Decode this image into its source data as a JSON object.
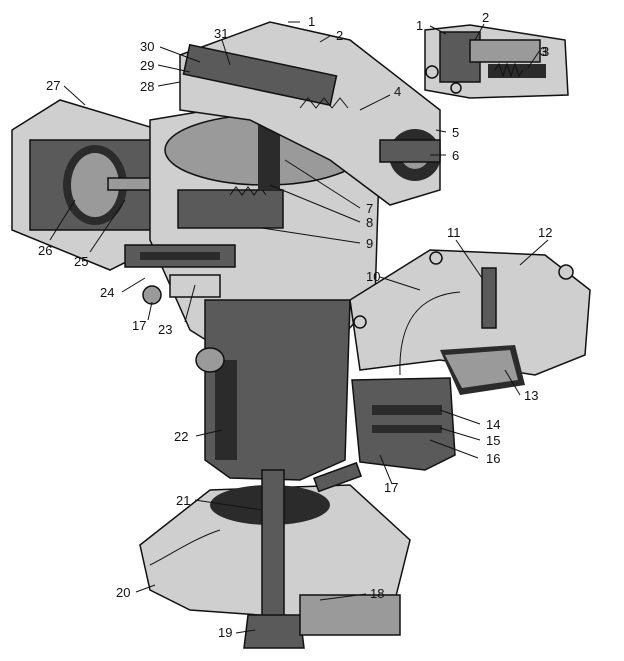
{
  "callouts": [
    {
      "id": "1",
      "text": "1"
    },
    {
      "id": "2",
      "text": "2"
    },
    {
      "id": "3",
      "text": "3"
    },
    {
      "id": "4",
      "text": "4"
    },
    {
      "id": "5",
      "text": "5"
    },
    {
      "id": "6",
      "text": "6"
    },
    {
      "id": "7",
      "text": "7"
    },
    {
      "id": "8",
      "text": "8"
    },
    {
      "id": "9",
      "text": "9"
    },
    {
      "id": "10",
      "text": "10"
    },
    {
      "id": "11",
      "text": "11"
    },
    {
      "id": "12",
      "text": "12"
    },
    {
      "id": "13",
      "text": "13"
    },
    {
      "id": "14",
      "text": "14"
    },
    {
      "id": "15",
      "text": "15"
    },
    {
      "id": "16",
      "text": "16"
    },
    {
      "id": "17a",
      "text": "17"
    },
    {
      "id": "17b",
      "text": "17"
    },
    {
      "id": "18",
      "text": "18"
    },
    {
      "id": "19",
      "text": "19"
    },
    {
      "id": "20",
      "text": "20"
    },
    {
      "id": "21",
      "text": "21"
    },
    {
      "id": "22",
      "text": "22"
    },
    {
      "id": "23",
      "text": "23"
    },
    {
      "id": "24",
      "text": "24"
    },
    {
      "id": "25",
      "text": "25"
    },
    {
      "id": "26",
      "text": "26"
    },
    {
      "id": "27",
      "text": "27"
    },
    {
      "id": "28",
      "text": "28"
    },
    {
      "id": "29",
      "text": "29"
    },
    {
      "id": "30",
      "text": "30"
    },
    {
      "id": "31",
      "text": "31"
    },
    {
      "id": "inset1",
      "text": "1"
    },
    {
      "id": "inset2",
      "text": "2"
    },
    {
      "id": "inset3",
      "text": "3"
    }
  ]
}
